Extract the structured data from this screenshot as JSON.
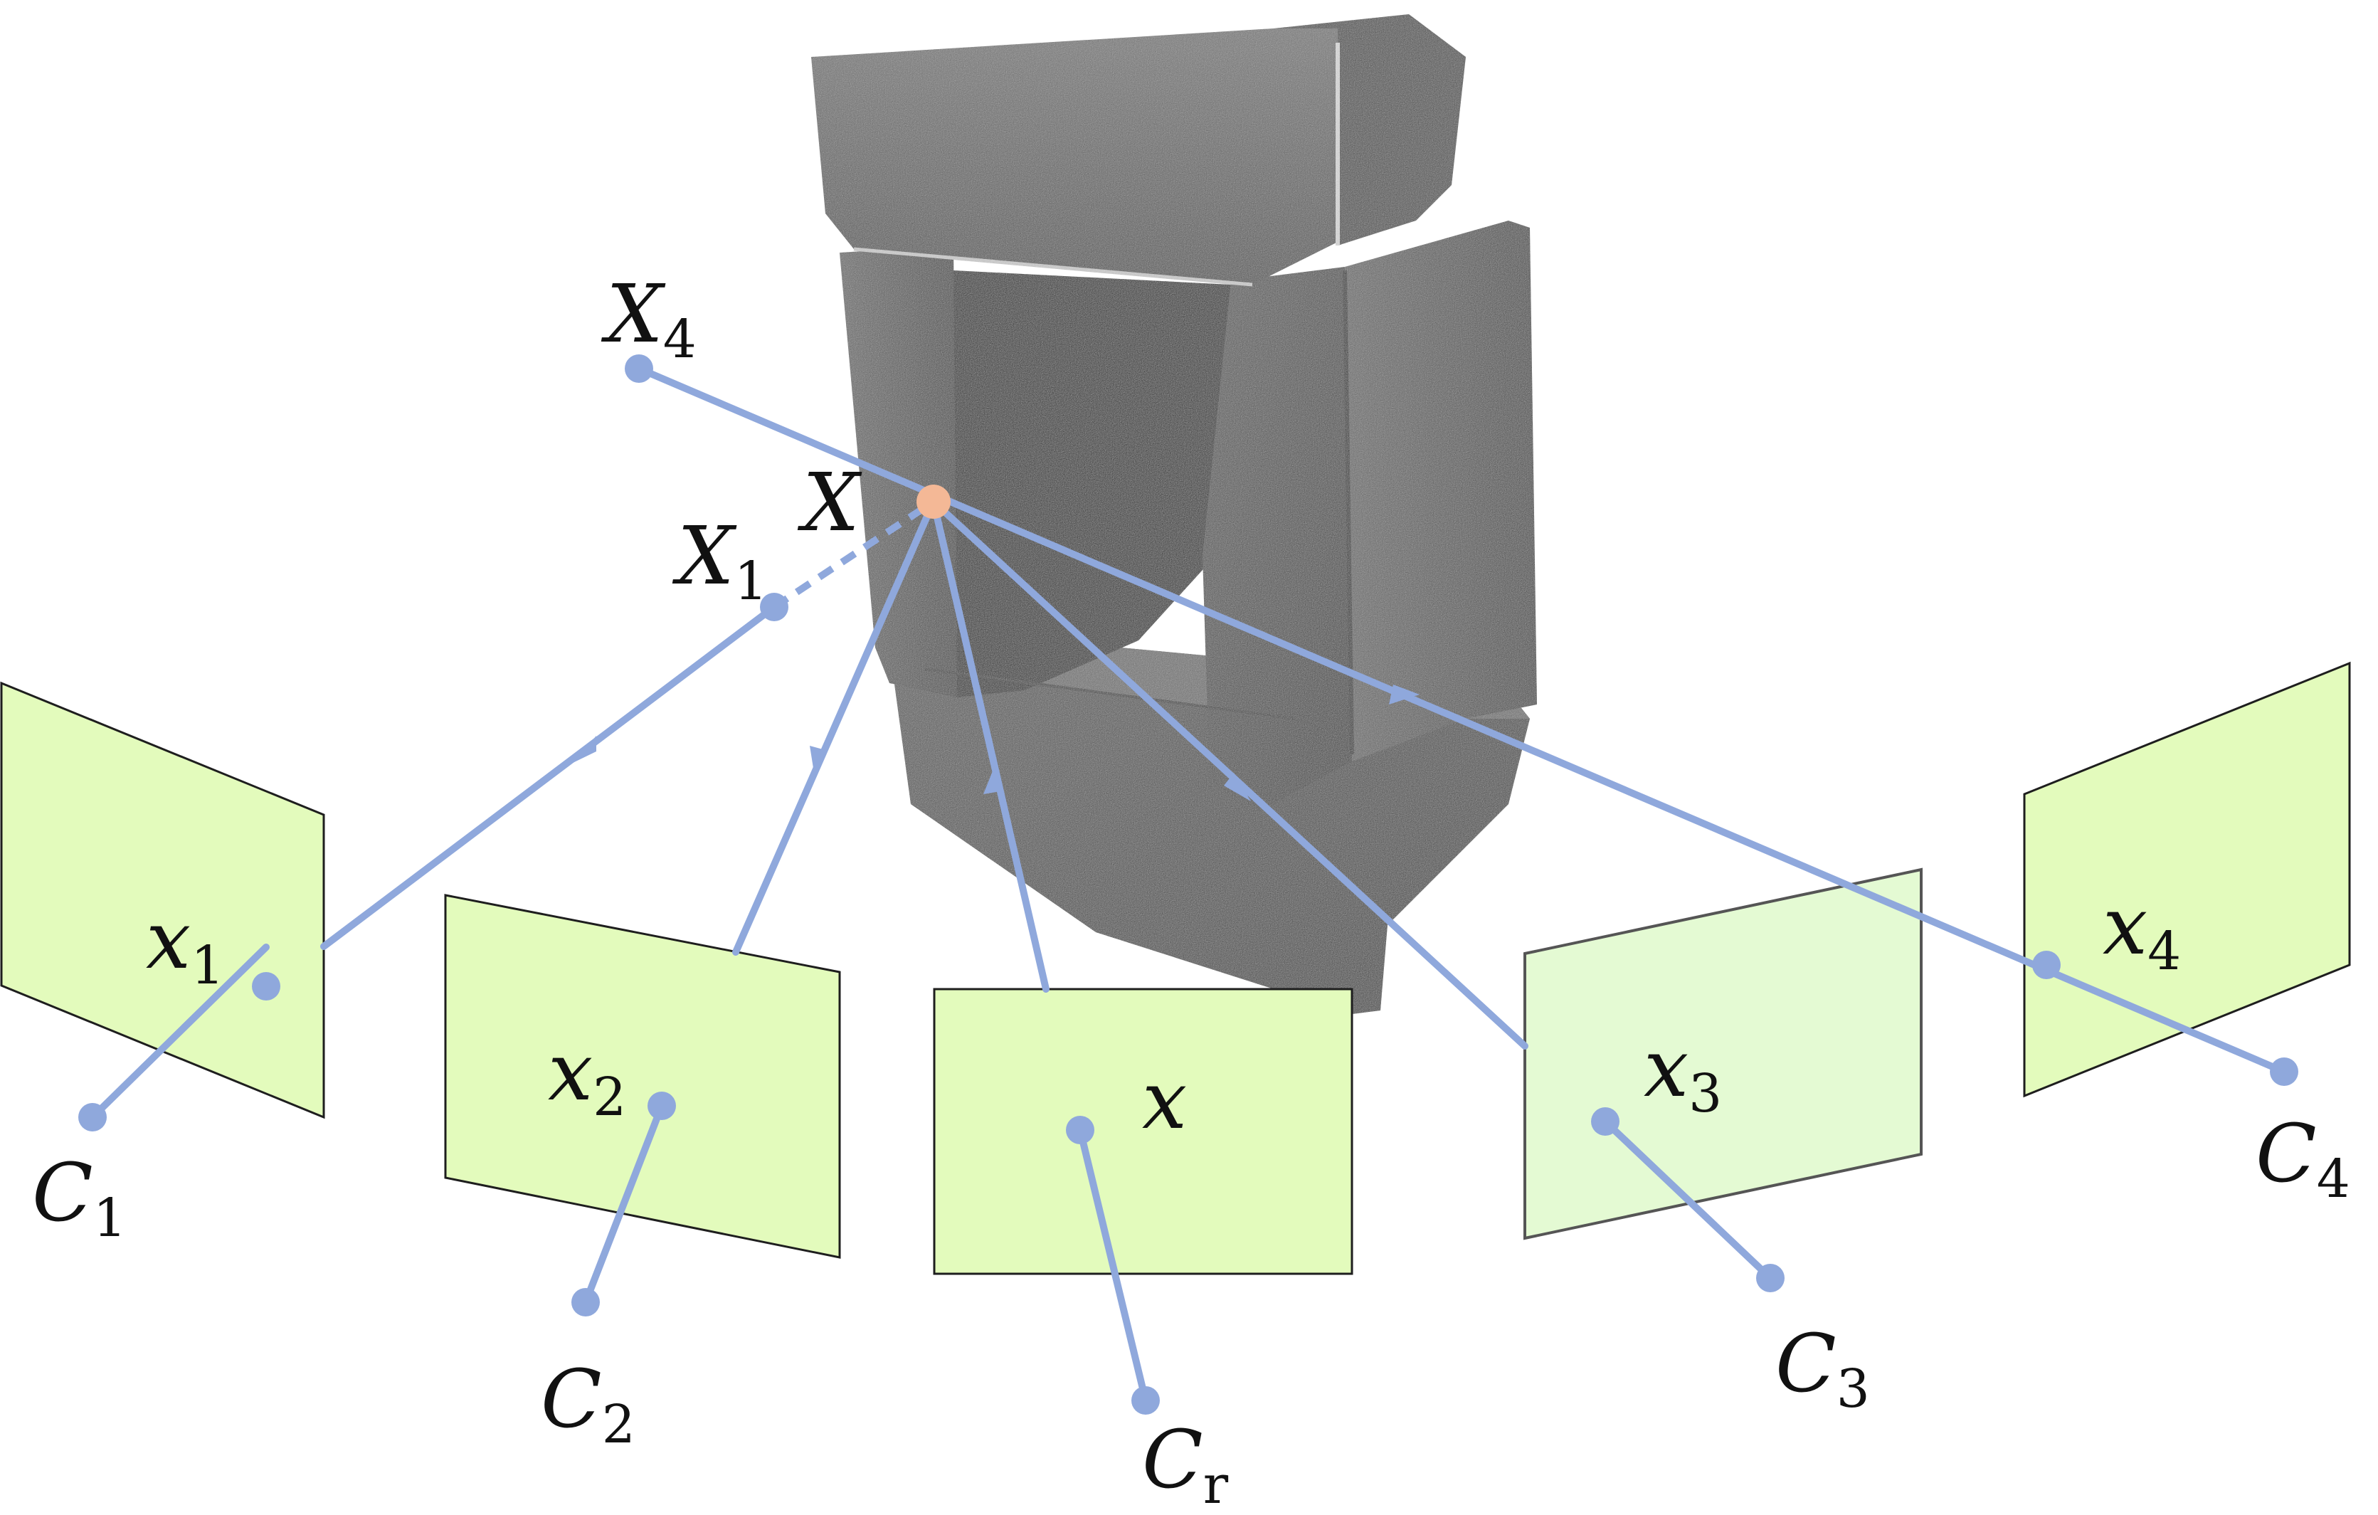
{
  "colors": {
    "ray": "#8fa8dc",
    "plane_fill": "#e3fbbc",
    "point_X": "#f4b896",
    "object": "#4d4d4d",
    "background": "#ffffff"
  },
  "labels": {
    "X": "X",
    "X1": {
      "base": "X",
      "sub": "1"
    },
    "X4": {
      "base": "X",
      "sub": "4"
    },
    "x": "x",
    "x1": {
      "base": "x",
      "sub": "1"
    },
    "x2": {
      "base": "x",
      "sub": "2"
    },
    "x3": {
      "base": "x",
      "sub": "3"
    },
    "x4": {
      "base": "x",
      "sub": "4"
    },
    "C1": {
      "base": "C",
      "sub": "1"
    },
    "C2": {
      "base": "C",
      "sub": "2"
    },
    "C3": {
      "base": "C",
      "sub": "3"
    },
    "C4": {
      "base": "C",
      "sub": "4"
    },
    "Cr": {
      "base": "C",
      "sub": "r"
    }
  },
  "object": {
    "name": "stone-block-point-cloud",
    "icon": "point-cloud-icon"
  }
}
